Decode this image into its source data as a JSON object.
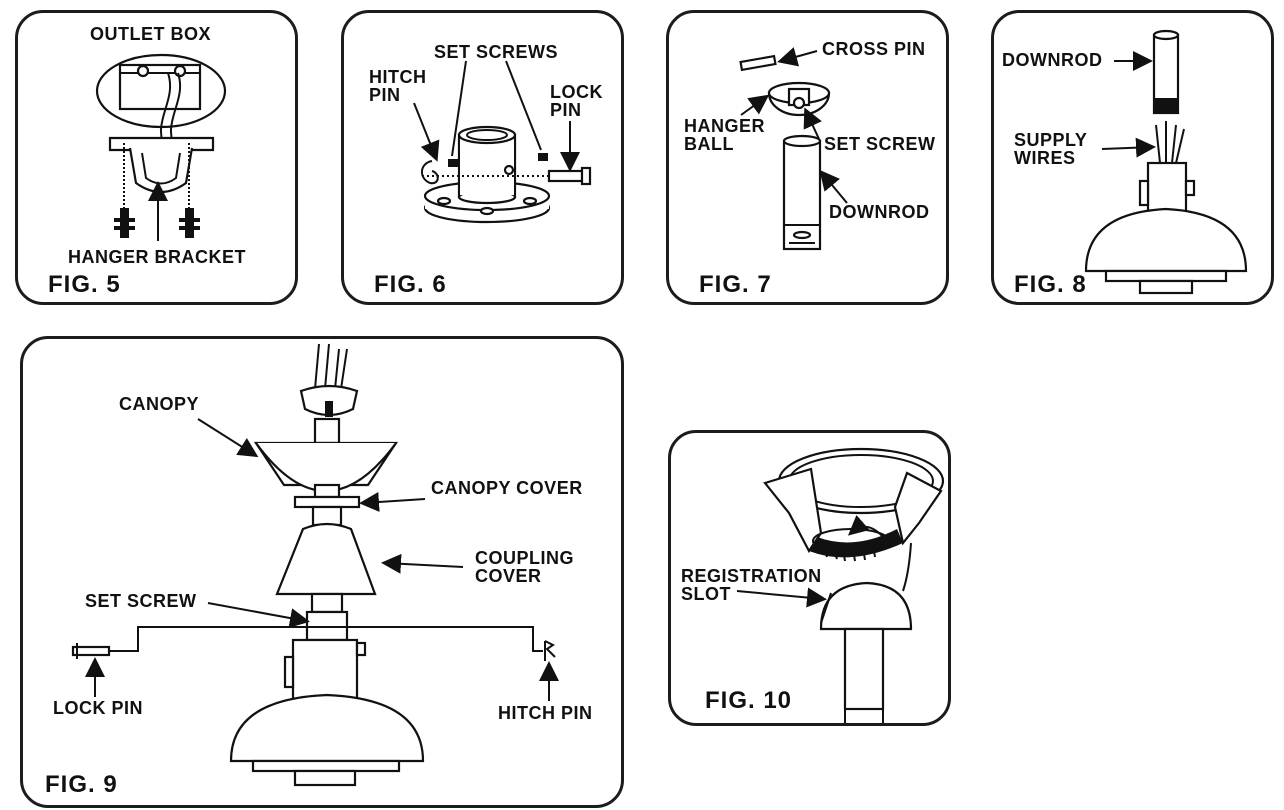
{
  "figures": {
    "fig5": {
      "caption": "FIG. 5",
      "labels": {
        "outlet_box": "OUTLET BOX",
        "hanger_bracket": "HANGER BRACKET"
      }
    },
    "fig6": {
      "caption": "FIG. 6",
      "labels": {
        "set_screws": "SET SCREWS",
        "hitch_pin": "HITCH\nPIN",
        "lock_pin": "LOCK\nPIN"
      }
    },
    "fig7": {
      "caption": "FIG. 7",
      "labels": {
        "cross_pin": "CROSS PIN",
        "hanger_ball": "HANGER\nBALL",
        "set_screw": "SET SCREW",
        "downrod": "DOWNROD"
      }
    },
    "fig8": {
      "caption": "FIG. 8",
      "labels": {
        "downrod": "DOWNROD",
        "supply_wires": "SUPPLY\nWIRES"
      }
    },
    "fig9": {
      "caption": "FIG. 9",
      "labels": {
        "canopy": "CANOPY",
        "canopy_cover": "CANOPY COVER",
        "coupling_cover": "COUPLING\nCOVER",
        "set_screw": "SET SCREW",
        "lock_pin": "LOCK PIN",
        "hitch_pin": "HITCH PIN"
      }
    },
    "fig10": {
      "caption": "FIG. 10",
      "labels": {
        "registration_slot": "REGISTRATION\nSLOT"
      }
    }
  }
}
